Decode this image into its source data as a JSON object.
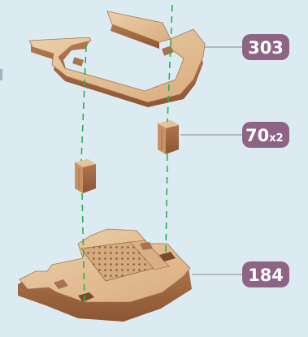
{
  "colors": {
    "background": "#dcebf2",
    "badge": "#8e6486",
    "leader_line": "#9a9a9a",
    "guide_dash": "#27b24a",
    "wood_light": "#e3bf95",
    "wood_mid": "#c8956a",
    "wood_dark": "#8f5a3a"
  },
  "parts": [
    {
      "id": "top-frame",
      "part_number": "303",
      "quantity_suffix": ""
    },
    {
      "id": "peg",
      "part_number": "70",
      "quantity_suffix": "x2"
    },
    {
      "id": "base-plate",
      "part_number": "184",
      "quantity_suffix": ""
    }
  ]
}
